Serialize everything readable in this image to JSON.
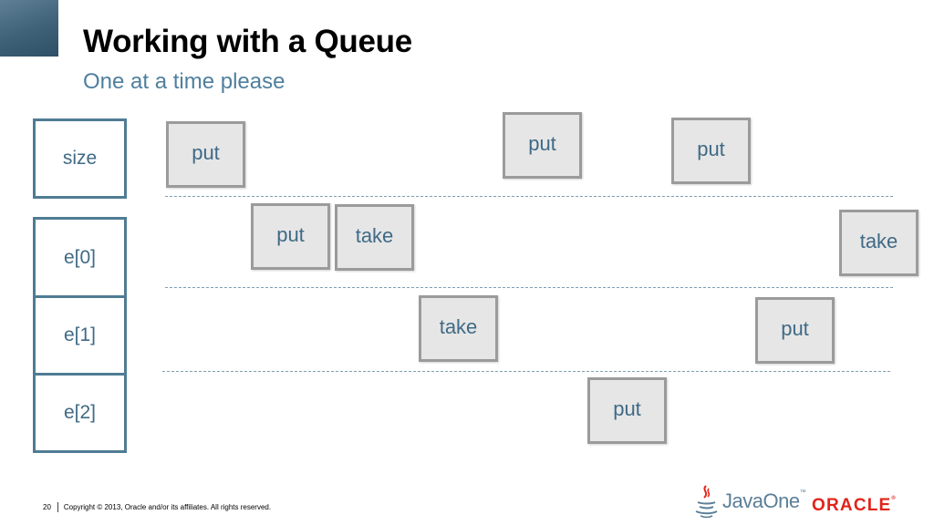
{
  "slide": {
    "title": "Working with a Queue",
    "subtitle": "One at a time please"
  },
  "slots": [
    {
      "id": "size",
      "label": "size"
    },
    {
      "id": "e0",
      "label": "e[0]"
    },
    {
      "id": "e1",
      "label": "e[1]"
    },
    {
      "id": "e2",
      "label": "e[2]"
    }
  ],
  "operations": {
    "row_size": [
      "put",
      "put",
      "put"
    ],
    "row_e0": [
      "put",
      "take",
      "take"
    ],
    "row_e1": [
      "take",
      "put"
    ],
    "row_e2": [
      "put"
    ]
  },
  "footer": {
    "page_number": "20",
    "copyright": "Copyright © 2013, Oracle and/or its affiliates. All rights reserved.",
    "javaone_logo_text": "JavaOne",
    "oracle_logo_text": "ORACLE",
    "trademark_symbol": "™",
    "registered_symbol": "®"
  },
  "colors": {
    "slot_border": "#4f7c94",
    "label_text": "#3f6a86",
    "op_fill": "#e6e6e6",
    "op_border": "#9b9b9b",
    "subtitle": "#4f7f9e",
    "oracle_red": "#e2231a"
  }
}
